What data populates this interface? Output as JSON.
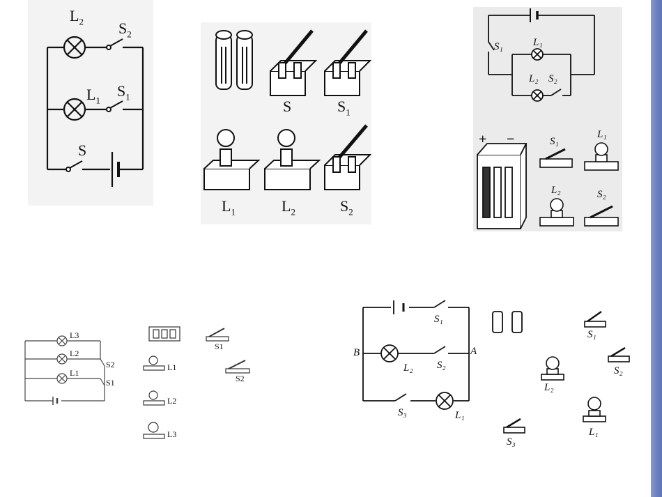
{
  "panel1": {
    "l2": "L",
    "l2_sub": "2",
    "s2": "S",
    "s2_sub": "2",
    "l1": "L",
    "l1_sub": "1",
    "s1": "S",
    "s1_sub": "1",
    "s": "S"
  },
  "panel2": {
    "switch_s": "S",
    "switch_s1": "S",
    "switch_s1_sub": "1",
    "bulb_l1": "L",
    "bulb_l1_sub": "1",
    "bulb_l2": "L",
    "bulb_l2_sub": "2",
    "switch_s2": "S",
    "switch_s2_sub": "2"
  },
  "panel3": {
    "s1_circuit": "S₁",
    "l1_circuit": "L₁",
    "l2_circuit": "L₂",
    "s2_circuit": "S₂",
    "plus": "+",
    "minus": "−",
    "s1_comp": "S₁",
    "l1_comp": "L₁",
    "l2_comp": "L₂",
    "s2_comp": "S₂"
  },
  "panel4": {
    "l3": "L3",
    "l2": "L2",
    "l1": "L1",
    "s2": "S2",
    "s1": "S1",
    "comp_l1": "L1",
    "comp_l2": "L2",
    "comp_l3": "L3",
    "comp_s1": "S1",
    "comp_s2": "S2"
  },
  "panel5": {
    "node_b": "B",
    "node_a": "A",
    "s1": "S₁",
    "s2": "S₂",
    "s3": "S₃",
    "l2": "L₂",
    "l1": "L₁",
    "comp_s1": "S₁",
    "comp_s2": "S₂",
    "comp_l2": "L₂",
    "comp_s3": "S₃",
    "comp_l1": "L₁"
  },
  "colors": {
    "panel_bg": "#f3f3f3",
    "panel3_bg": "#ebebeb",
    "ink": "#111111",
    "side_strip": "#6a7dbd"
  }
}
